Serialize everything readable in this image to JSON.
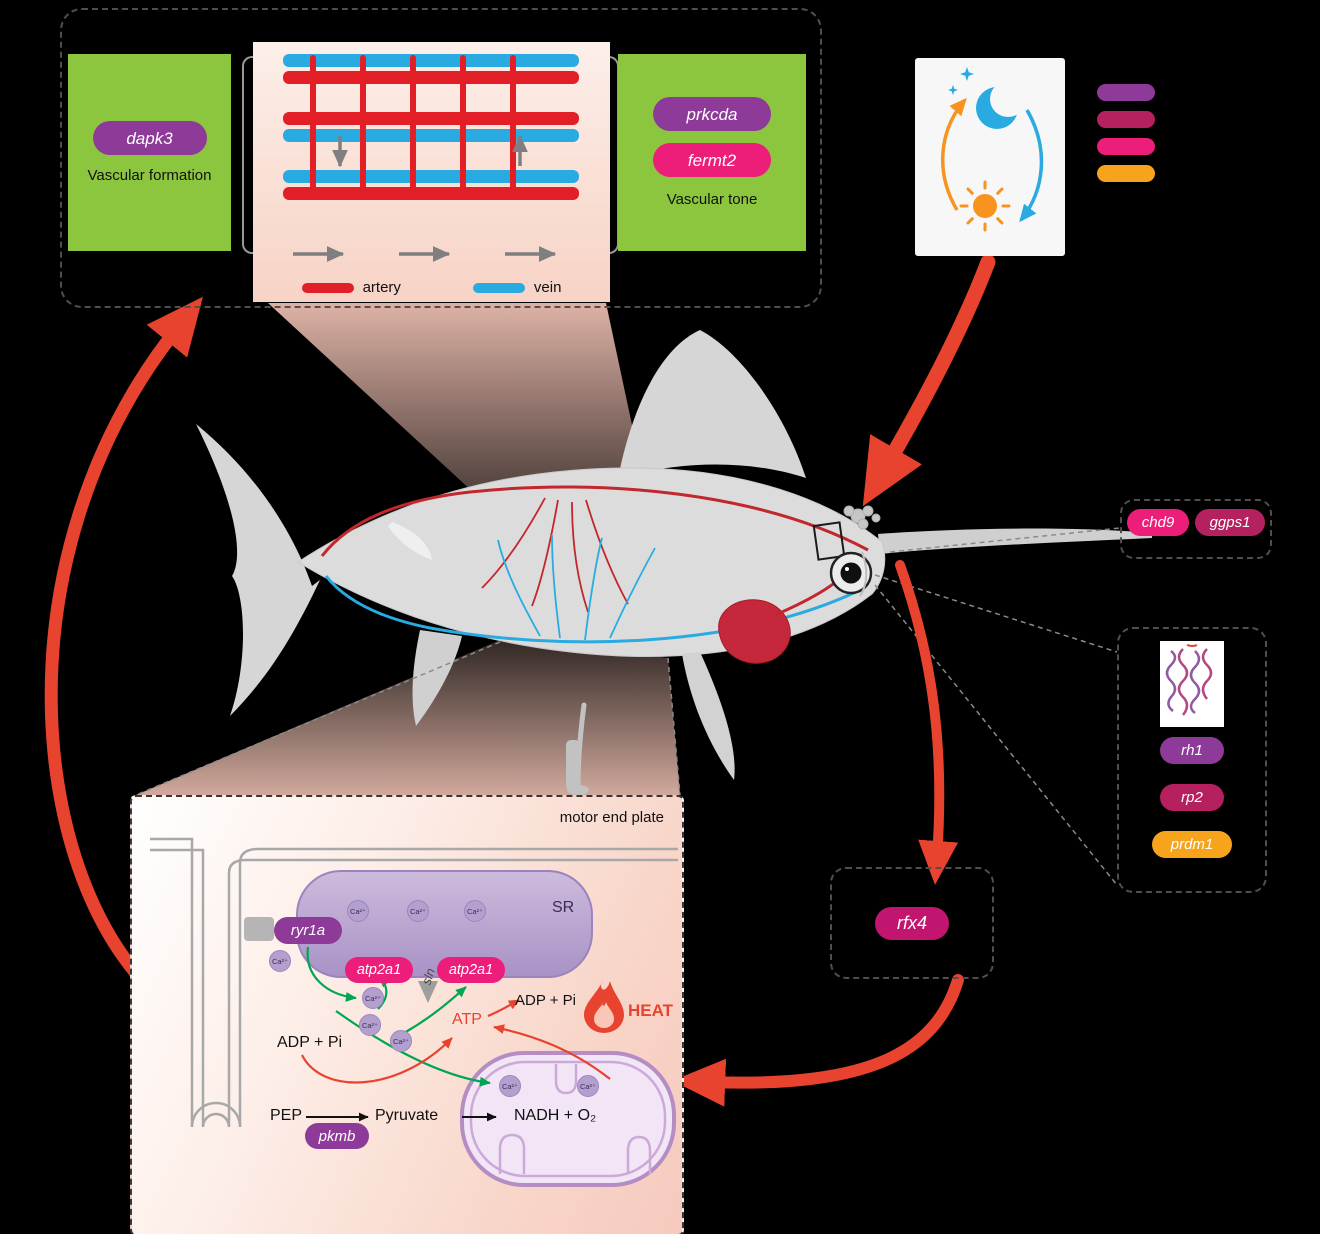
{
  "top_panel": {
    "vascular_formation": {
      "gene": "dapk3",
      "label": "Vascular formation"
    },
    "vascular_tone": {
      "genes": [
        "prkcda",
        "fermt2"
      ],
      "label": "Vascular tone"
    },
    "legend": {
      "artery": "artery",
      "vein": "vein"
    }
  },
  "day_night_card": {
    "icon": "day-night-cycle",
    "legend_colors": [
      "#8E3A98",
      "#B5205F",
      "#EC1E79",
      "#F7A41D"
    ]
  },
  "gill_box": {
    "genes": [
      "chd9",
      "ggps1"
    ]
  },
  "eye_box": {
    "genes": [
      "rh1",
      "rp2",
      "prdm1"
    ]
  },
  "brain_box": {
    "gene": "rfx4"
  },
  "muscle_panel": {
    "title": "motor end plate",
    "sr_label": "SR",
    "ryr1a": "ryr1a",
    "atp2a1": "atp2a1",
    "sln": "sln",
    "pkmb": "pkmb",
    "ca": "Ca²⁺",
    "adp_pi": "ADP + Pi",
    "atp": "ATP",
    "heat": "HEAT",
    "pep": "PEP",
    "pyruvate": "Pyruvate",
    "nadh_o2": "NADH + O₂"
  },
  "colors": {
    "background": "#000000",
    "panel_green": "#8CC63F",
    "gene_purple": "#8E3A98",
    "gene_crimson": "#B5205F",
    "gene_pink": "#EC1E79",
    "gene_orange": "#F7A41D",
    "gene_magenta": "#C2156F",
    "artery": "#E21E26",
    "vein": "#29ABE2",
    "arrow_red": "#E8432E",
    "arrow_green": "#00A651",
    "sun_orange": "#F7931E",
    "moon_blue": "#29ABE2",
    "sr_purple": "#B49FCC",
    "mitochondria_purple": "#B58CC4",
    "beam_pink": "#F6C6B8"
  }
}
